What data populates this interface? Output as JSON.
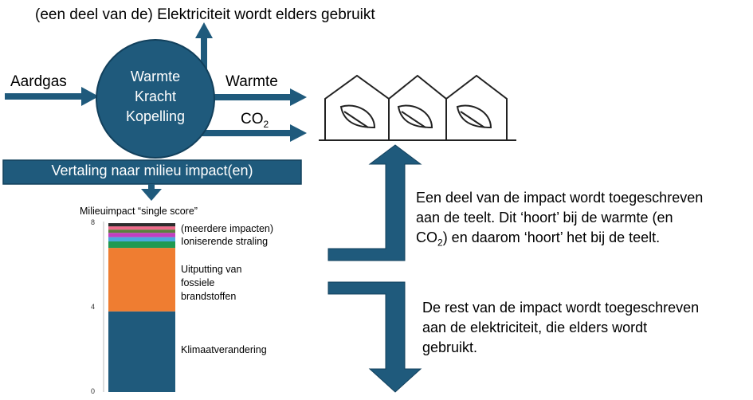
{
  "top_text": "(een deel van de) Elektriciteit wordt elders gebruikt",
  "input_label": "Aardgas",
  "chp": {
    "line1": "Warmte",
    "line2": "Kracht",
    "line3": "Kopelling"
  },
  "outputs": {
    "heat": "Warmte",
    "co2_main": "CO",
    "co2_sub": "2"
  },
  "banner": "Vertaling naar milieu impact(en)",
  "chart_data": {
    "type": "bar",
    "title": "Milieuimpact “single score”",
    "yticks": [
      "0",
      "4",
      "8"
    ],
    "ylim": [
      0,
      8
    ],
    "stack": [
      {
        "name": "Klimaatverandering",
        "value": 3.75,
        "color": "#1f5a7c"
      },
      {
        "name": "Uitputting van fossiele brandstoffen",
        "value": 2.95,
        "color": "#ef7d31"
      },
      {
        "name": "Ioniserende straling",
        "value": 0.3,
        "color": "#1f9a52"
      },
      {
        "name": "",
        "value": 0.2,
        "color": "#4aa8dd"
      },
      {
        "name": "",
        "value": 0.2,
        "color": "#c13fbf"
      },
      {
        "name": "",
        "value": 0.15,
        "color": "#5a7f3c"
      },
      {
        "name": "",
        "value": 0.15,
        "color": "#ee6a8a"
      },
      {
        "name": "",
        "value": 0.15,
        "color": "#2c2c2c"
      }
    ],
    "labels": {
      "multi": "(meerdere impacten)",
      "ionizing": "Ioniserende straling",
      "fossil": [
        "Uitputting van",
        "fossiele",
        "brandstoffen"
      ],
      "climate": "Klimaatverandering"
    }
  },
  "paragraph_up": {
    "line1": "Een deel van de impact wordt toegeschreven",
    "line2": "aan de teelt. Dit ‘hoort’ bij de warmte (en",
    "line3_pre": "CO",
    "line3_sub": "2",
    "line3_post": ") en daarom ‘hoort’ het bij de teelt."
  },
  "paragraph_down": {
    "line1": "De rest van de impact wordt toegeschreven",
    "line2": "aan de elektriciteit, die elders wordt",
    "line3": "gebruikt."
  },
  "colors": {
    "primary": "#1f5a7c",
    "primary_dark": "#12405c"
  }
}
